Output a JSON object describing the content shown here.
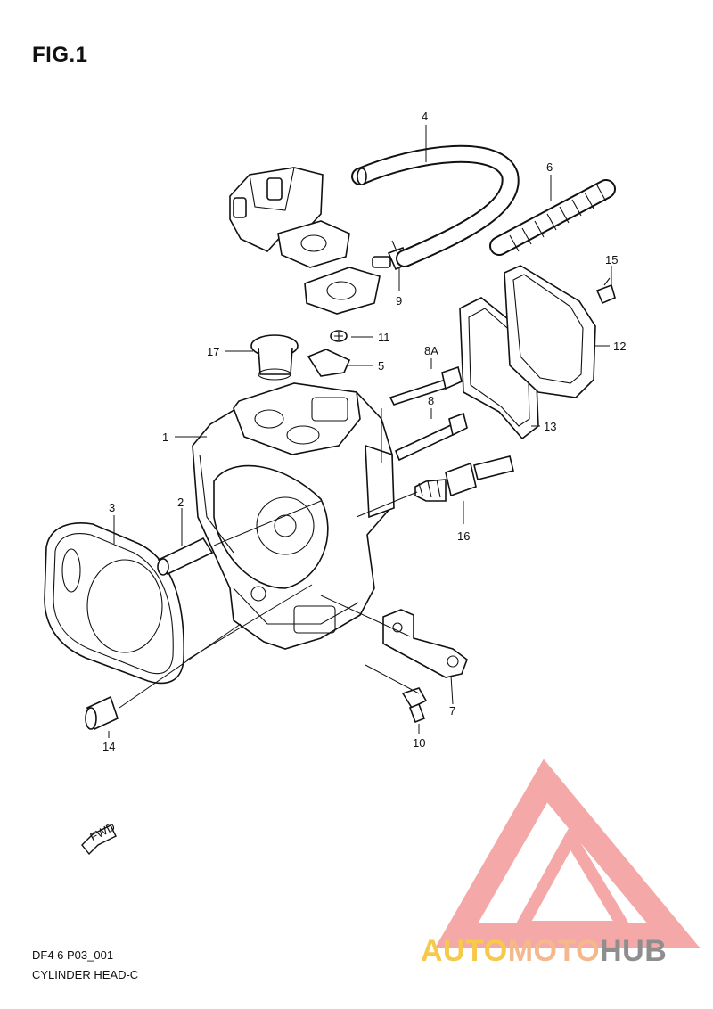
{
  "figure": {
    "title": "FIG.1",
    "code": "DF4 6 P03_001",
    "name": "CYLINDER HEAD-C",
    "fwd_label": "FWD"
  },
  "callouts": [
    {
      "id": "1",
      "label": "1"
    },
    {
      "id": "2",
      "label": "2"
    },
    {
      "id": "3",
      "label": "3"
    },
    {
      "id": "4",
      "label": "4"
    },
    {
      "id": "5",
      "label": "5"
    },
    {
      "id": "6",
      "label": "6"
    },
    {
      "id": "7",
      "label": "7"
    },
    {
      "id": "8",
      "label": "8"
    },
    {
      "id": "8A",
      "label": "8A"
    },
    {
      "id": "9",
      "label": "9"
    },
    {
      "id": "10",
      "label": "10"
    },
    {
      "id": "11",
      "label": "11"
    },
    {
      "id": "12",
      "label": "12"
    },
    {
      "id": "13",
      "label": "13"
    },
    {
      "id": "14",
      "label": "14"
    },
    {
      "id": "15",
      "label": "15"
    },
    {
      "id": "16",
      "label": "16"
    },
    {
      "id": "17",
      "label": "17"
    }
  ],
  "watermark": {
    "part1": "AUTO",
    "part2": "MOTO",
    "part3": "HUB",
    "colors": {
      "auto": "#f6c94a",
      "moto": "#f5b88c",
      "hub": "#8e8e8e",
      "logo": "#f28b8b"
    }
  }
}
